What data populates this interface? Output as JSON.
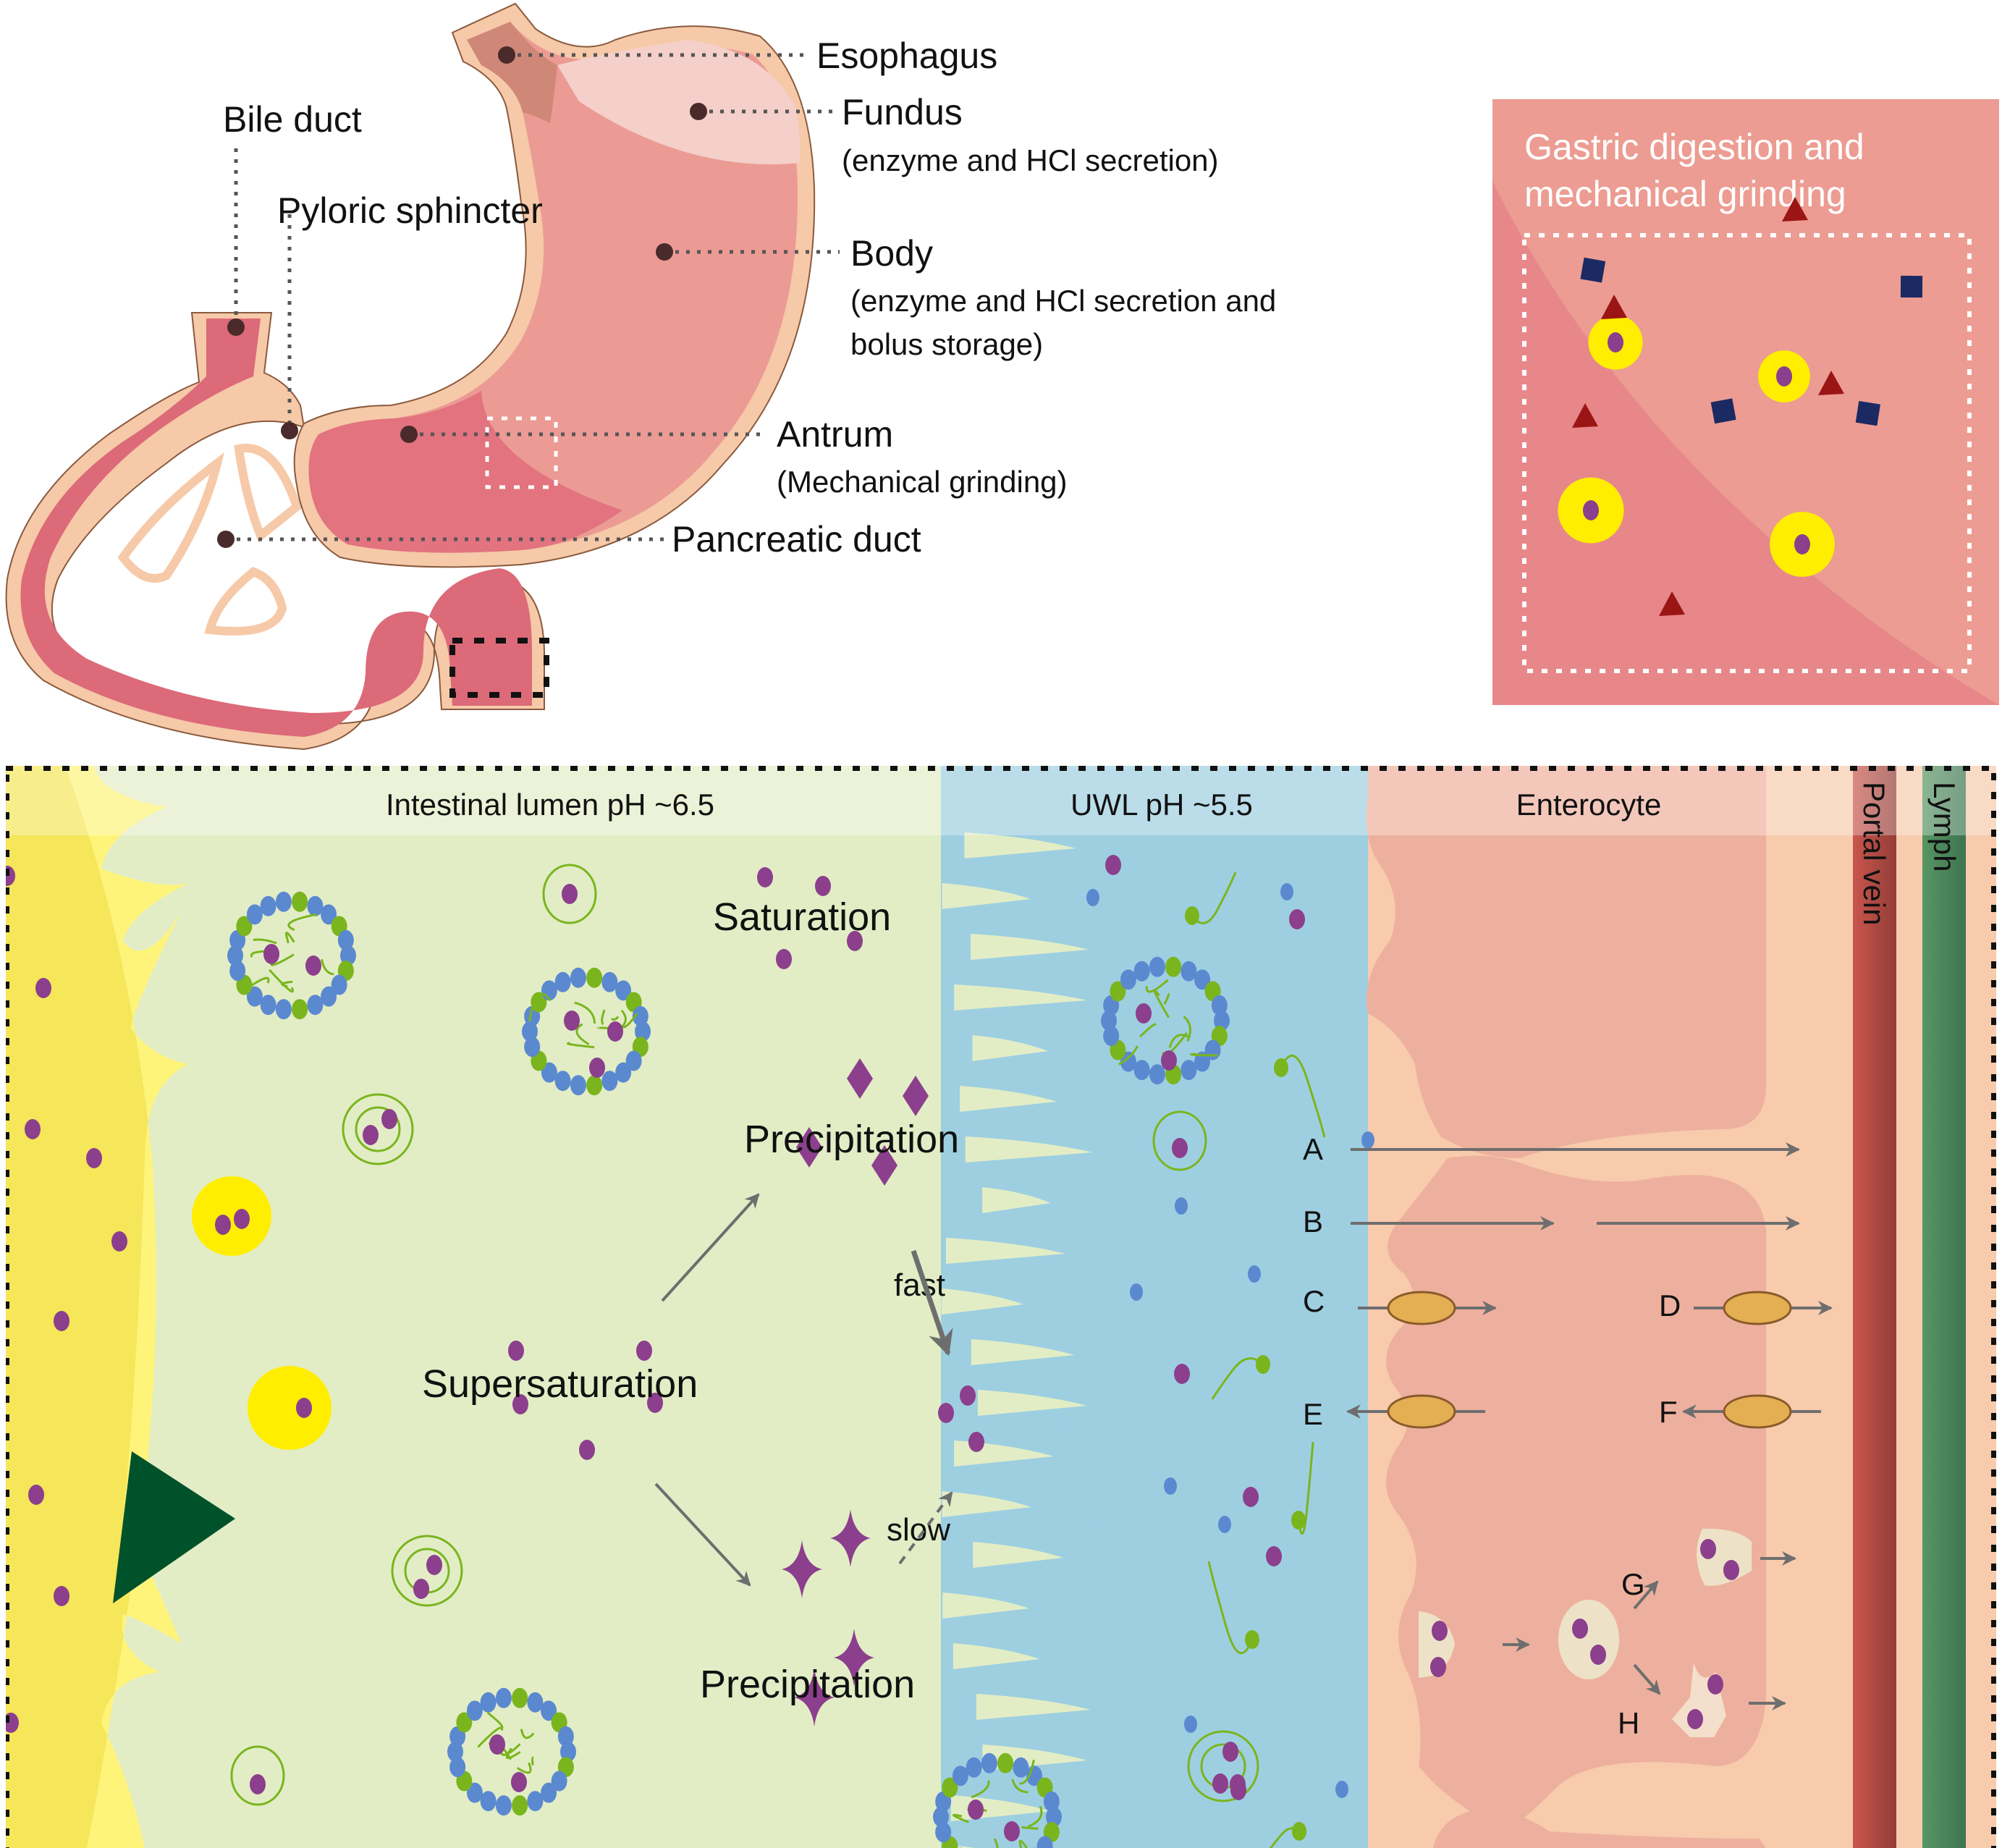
{
  "stomach": {
    "labels": {
      "esophagus": "Esophagus",
      "fundus": "Fundus",
      "fundus_note": "(enzyme and HCl secretion)",
      "body": "Body",
      "body_note_1": "(enzyme and HCl secretion and",
      "body_note_2": "bolus storage)",
      "antrum": "Antrum",
      "antrum_note": "(Mechanical grinding)",
      "pancreatic_duct": "Pancreatic duct",
      "bile_duct": "Bile duct",
      "pyloric_sphincter": "Pyloric sphincter"
    }
  },
  "inset": {
    "title_1": "Gastric digestion and",
    "title_2": "mechanical grinding"
  },
  "intestine": {
    "bands": {
      "lumen": "Intestinal lumen pH ~6.5",
      "uwl": "UWL pH ~5.5",
      "enterocyte": "Enterocyte",
      "portal_vein": "Portal vein",
      "lymph": "Lymph"
    },
    "process": {
      "saturation": "Saturation",
      "precipitation_top": "Precipitation",
      "supersaturation": "Supersaturation",
      "precipitation_bottom": "Precipitation",
      "fast": "fast",
      "slow": "slow"
    },
    "pathways": [
      "A",
      "B",
      "C",
      "D",
      "E",
      "F",
      "G",
      "H"
    ]
  },
  "colors": {
    "stomach_wall": "#f6c9a8",
    "stomach_inner": "#e2737f",
    "stomach_body": "#eb9b94",
    "fundus_highlight": "#f5cfc9",
    "inset_bg": "#e8878a",
    "lumen": "#e2edc6",
    "uwl": "#9ecfe1",
    "enterocyte": "#eeb09e",
    "interstitial": "#f7cbac",
    "portal_vein": "#bd5048",
    "lymph": "#4e8a5c",
    "drug": "#8c3f8c",
    "bile_head_blue": "#5b89d0",
    "bile_head_green": "#7ab51d",
    "lipid_yellow": "#ffee00",
    "dosage_green": "#00522a",
    "transporter": "#e4ae52"
  }
}
